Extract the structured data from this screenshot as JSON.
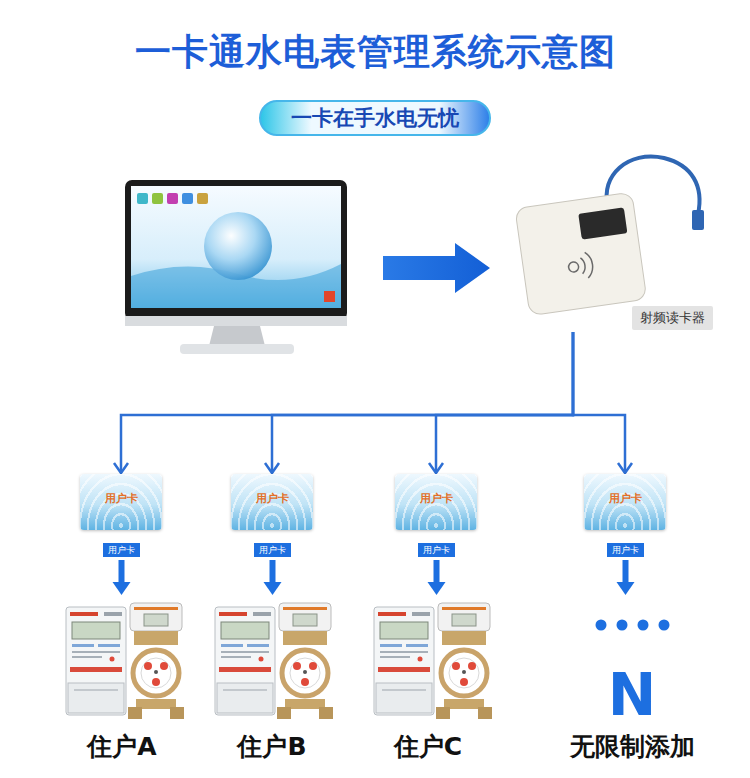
{
  "diagram": {
    "title": "一卡通水电表管理系统示意图",
    "nodes": [
      {
        "text": [
          "一卡在手水电无忧"
        ]
      },
      {
        "text": [
          "射频读卡器"
        ]
      },
      {
        "text": [
          "用户卡"
        ]
      },
      {
        "text": [
          "用户卡"
        ]
      },
      {
        "text": [
          "用户卡"
        ]
      },
      {
        "text": [
          "用户卡"
        ]
      },
      {
        "text": [
          "用户卡"
        ]
      },
      {
        "text": [
          "用户卡"
        ]
      },
      {
        "text": [
          "用户卡"
        ]
      },
      {
        "text": [
          "用户卡"
        ]
      },
      {
        "text": [
          "住户A"
        ]
      },
      {
        "text": [
          "住户B"
        ]
      },
      {
        "text": [
          "住户C"
        ]
      },
      {
        "text": [
          "N",
          "无限制添加"
        ]
      }
    ],
    "edges": [
      {
        "from": 1,
        "to": 2,
        "arrow": "to"
      },
      {
        "from": 1,
        "to": 3,
        "arrow": "to"
      },
      {
        "from": 1,
        "to": 4,
        "arrow": "to"
      },
      {
        "from": 1,
        "to": 5,
        "arrow": "to"
      },
      {
        "from": 6,
        "to": 10,
        "arrow": "to"
      },
      {
        "from": 7,
        "to": 11,
        "arrow": "to"
      },
      {
        "from": 8,
        "to": 12,
        "arrow": "to"
      },
      {
        "from": 9,
        "to": 13,
        "arrow": "to"
      }
    ]
  }
}
